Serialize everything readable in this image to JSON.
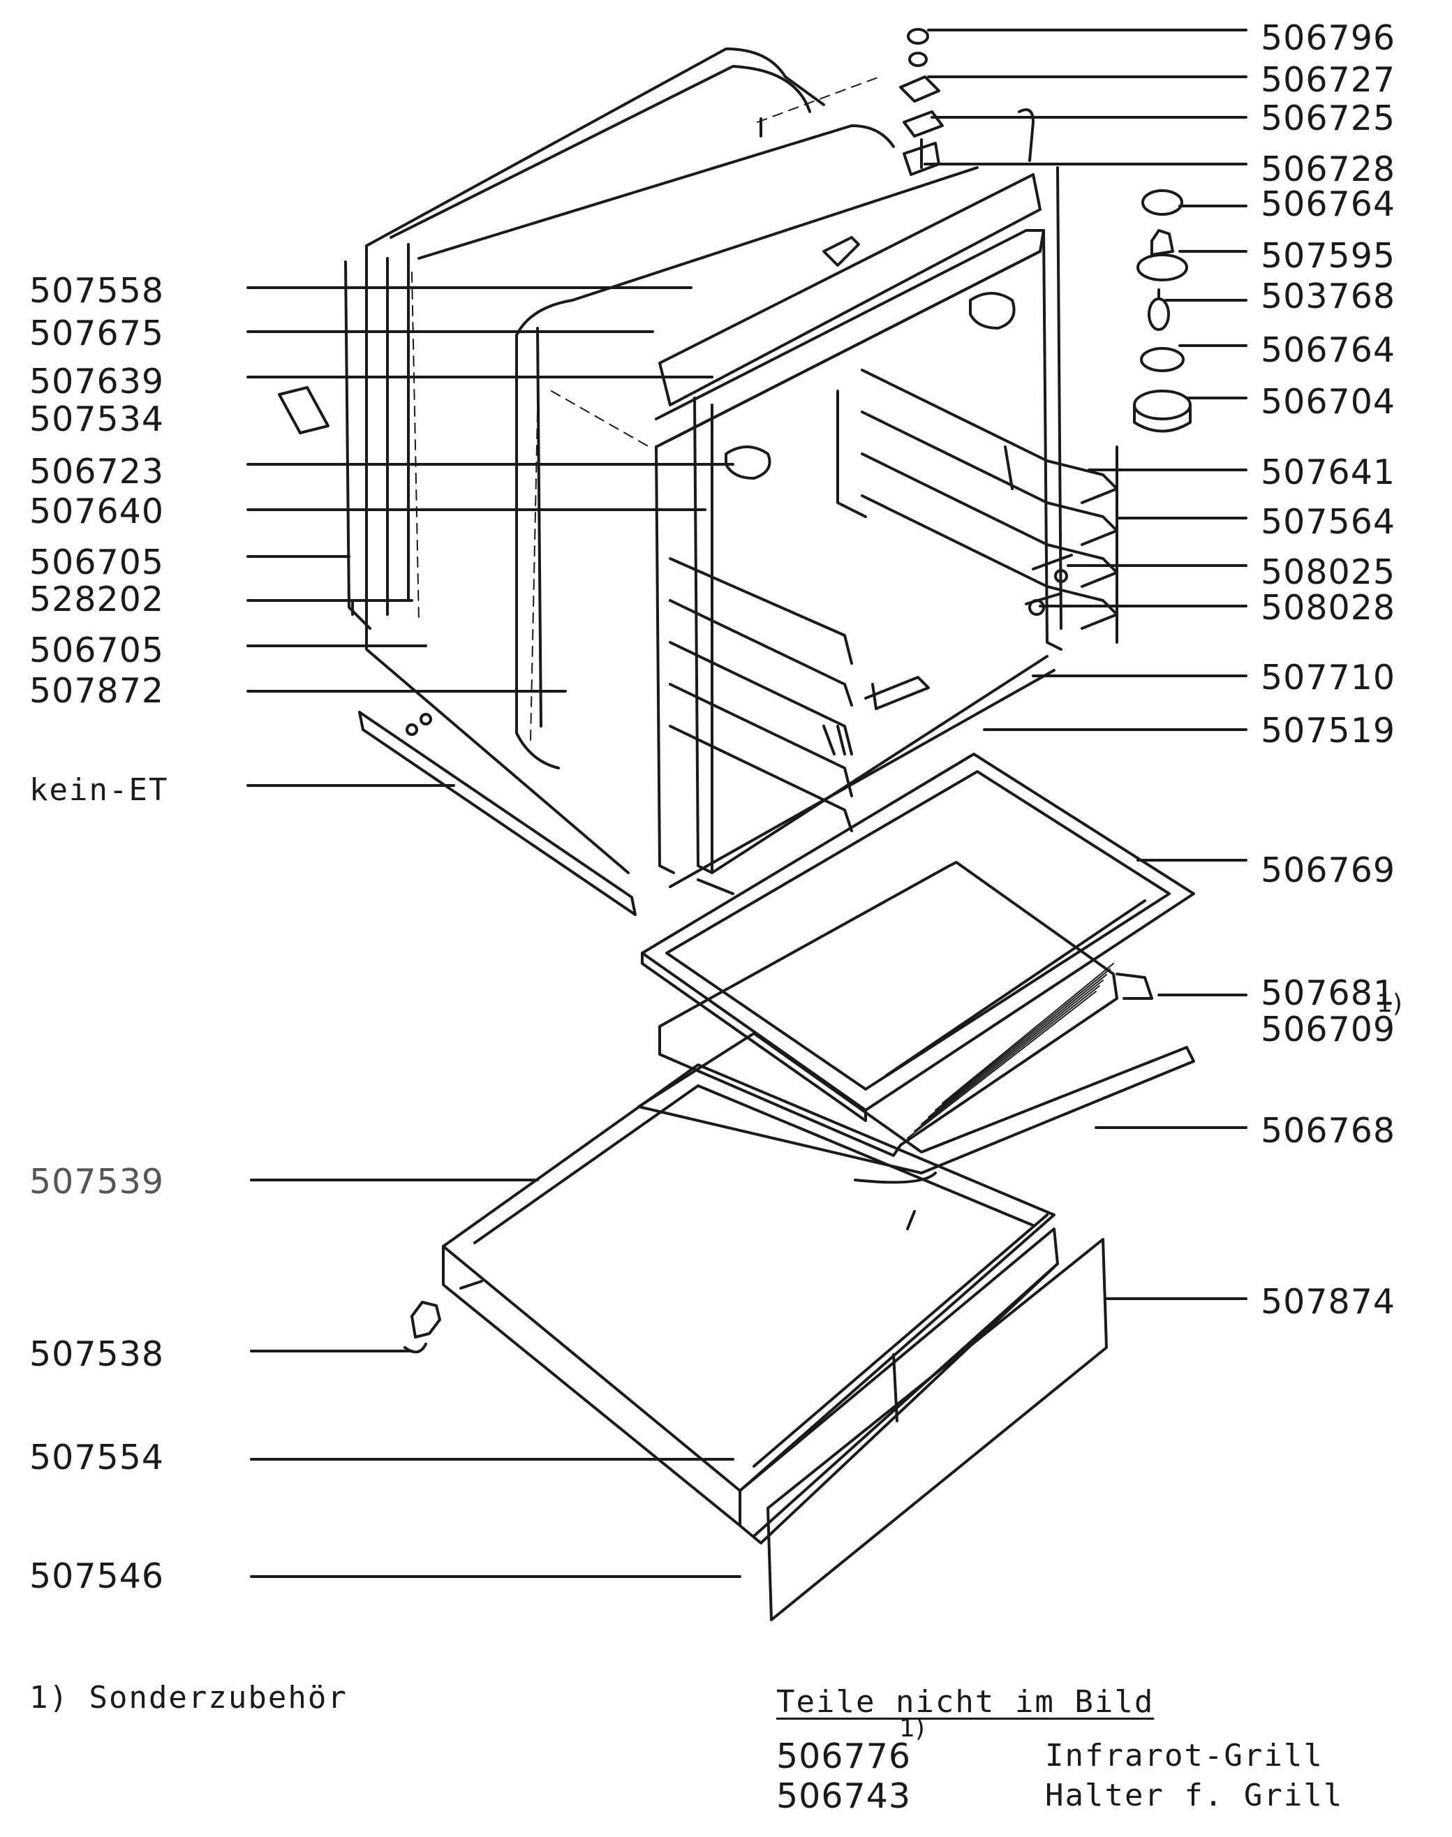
{
  "left_labels": {
    "l1": "507558",
    "l2": "507675",
    "l3": "507639",
    "l4": "507534",
    "l5": "506723",
    "l6": "507640",
    "l7": "506705",
    "l8": "528202",
    "l9": "506705",
    "l10": "507872",
    "l11": "kein-ET",
    "l12": "507539",
    "l13": "507538",
    "l14": "507554",
    "l15": "507546"
  },
  "right_labels": {
    "r1": "506796",
    "r2": "506727",
    "r3": "506725",
    "r4": "506728",
    "r5": "506764",
    "r6": "507595",
    "r7": "503768",
    "r8": "506764",
    "r9": "506704",
    "r10": "507641",
    "r11": "507564",
    "r12": "508025",
    "r13": "508028",
    "r14": "507710",
    "r15": "507519",
    "r16": "506769",
    "r17": "507681",
    "r18": "506709",
    "r19": "506768",
    "r20": "507874"
  },
  "footnote_markers": {
    "m1": "1)",
    "m2": "1)"
  },
  "footer": {
    "footnote": "1) Sonderzubehör",
    "not_shown_heading": "Teile nicht im Bild",
    "not_shown_items": [
      {
        "part": "506776",
        "marker": "1)",
        "name": "Infrarot-Grill"
      },
      {
        "part": "506743",
        "name": "Halter f. Grill"
      }
    ]
  }
}
